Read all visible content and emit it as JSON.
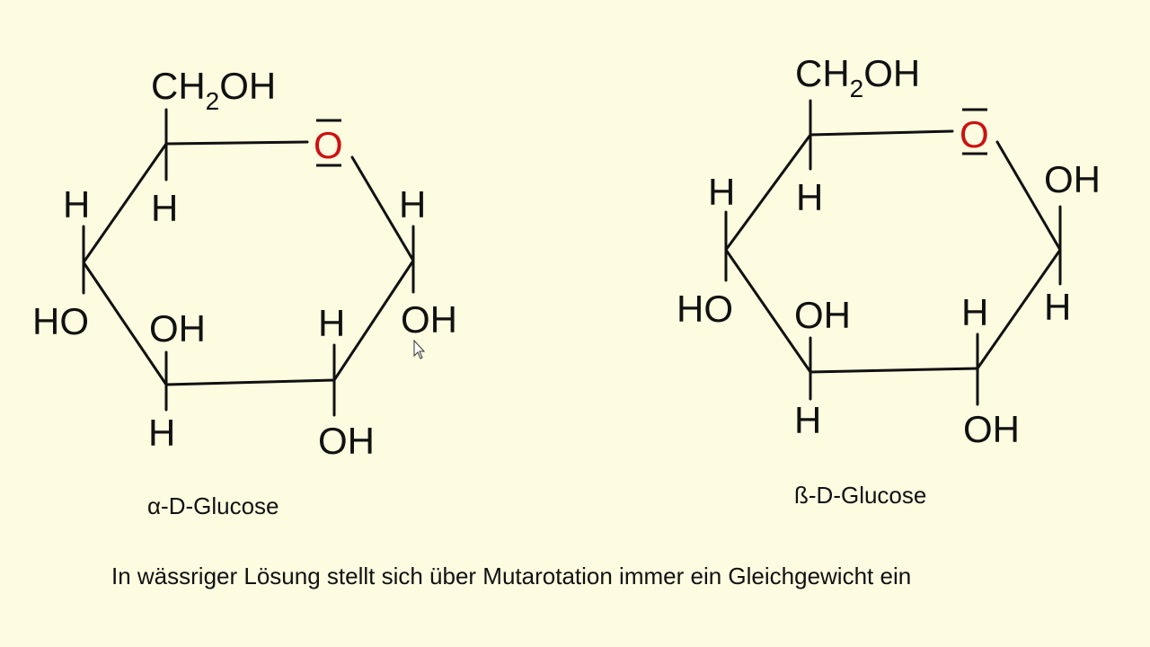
{
  "alpha": {
    "ch2oh": {
      "main": "CH",
      "sub": "2",
      "tail": "OH"
    },
    "ring_o": "O",
    "labels": {
      "c4_h": "H",
      "c5_h": "H",
      "c1_h": "H",
      "c1_oh": "OH",
      "c4_ho": "HO",
      "c3_oh": "OH",
      "c3_h": "H",
      "c2_h": "H",
      "c2_oh": "OH"
    },
    "caption": "α-D-Glucose"
  },
  "beta": {
    "ch2oh": {
      "main": "CH",
      "sub": "2",
      "tail": "OH"
    },
    "ring_o": "O",
    "labels": {
      "c4_h": "H",
      "c5_h": "H",
      "c1_oh": "OH",
      "c1_h": "H",
      "c4_ho": "HO",
      "c3_oh": "OH",
      "c3_h": "H",
      "c2_h": "H",
      "c2_oh": "OH"
    },
    "caption": "ß-D-Glucose"
  },
  "footer_text": "In wässriger Lösung stellt sich über Mutarotation immer ein Gleichgewicht ein",
  "colors": {
    "background": "#fdfbe0",
    "oxygen": "#cc1111",
    "ink": "#111111"
  }
}
